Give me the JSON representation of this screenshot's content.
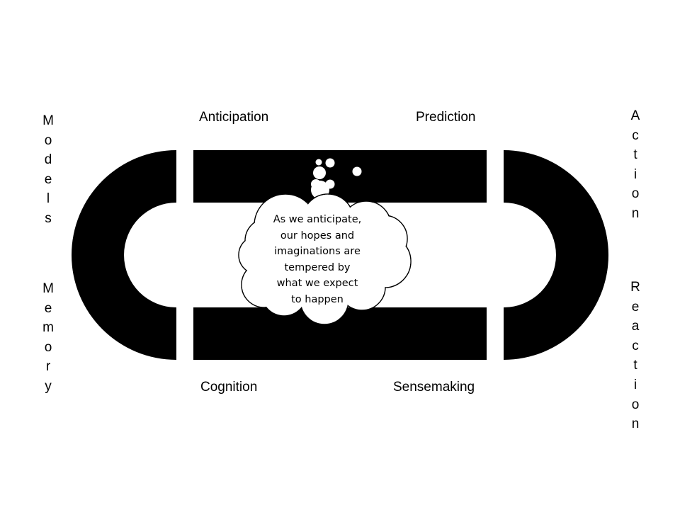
{
  "colors": {
    "shape_fill": "#000000",
    "background": "#ffffff",
    "text": "#000000",
    "cloud_fill": "#ffffff"
  },
  "labels": {
    "anticipation": "Anticipation",
    "prediction": "Prediction",
    "cognition": "Cognition",
    "sensemaking": "Sensemaking"
  },
  "vertical_labels": {
    "models": [
      "M",
      "o",
      "d",
      "e",
      "l",
      "s"
    ],
    "memory": [
      "M",
      "e",
      "m",
      "o",
      "r",
      "y"
    ],
    "action": [
      "A",
      "c",
      "t",
      "i",
      "o",
      "n"
    ],
    "reaction": [
      "R",
      "e",
      "a",
      "c",
      "t",
      "i",
      "o",
      "n"
    ]
  },
  "thought_cloud": {
    "lines": [
      "As we anticipate,",
      "our hopes and",
      "imaginations are",
      "tempered by",
      "what we expect",
      "to happen"
    ]
  }
}
